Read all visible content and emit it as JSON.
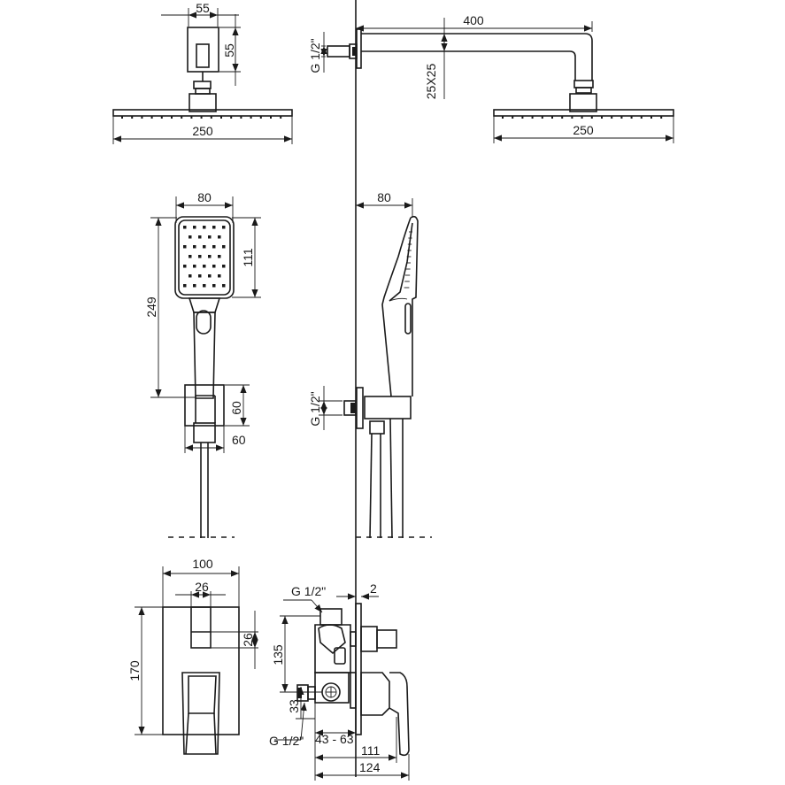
{
  "labels": {
    "top_bracket_width": "55",
    "top_bracket_height": "55",
    "head_left_width": "250",
    "arm_length": "400",
    "arm_section": "25X25",
    "arm_thread": "G 1/2\"",
    "head_right_width": "250",
    "hand_width": "80",
    "hand_head_height": "111",
    "hand_total_height": "249",
    "holder_height": "60",
    "holder_width": "60",
    "side_hand_depth": "80",
    "side_outlet_thread": "G 1/2\"",
    "plate_width": "100",
    "lever_width": "26",
    "lever_height": "26",
    "plate_height": "170",
    "valve_top_thread": "G 1/2\"",
    "plate_thickness": "2",
    "valve_height": "135",
    "valve_bottom_offset": "33",
    "valve_bottom_thread": "G 1/2\"",
    "install_depth": "43 - 63",
    "depth_111": "111",
    "depth_124": "124"
  }
}
